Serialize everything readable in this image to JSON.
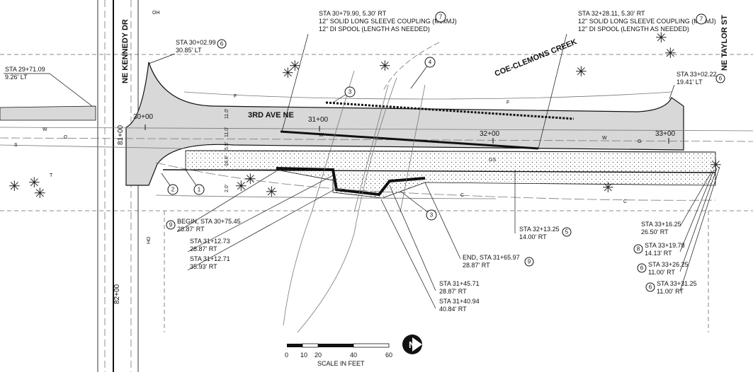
{
  "streets": {
    "kennedy": "NE KENNEDY DR",
    "taylor": "NE TAYLOR ST",
    "third_ave": "3RD AVE NE",
    "creek": "COE-CLEMONS CREEK"
  },
  "stations": [
    "30+00",
    "31+00",
    "32+00",
    "33+00",
    "81+00",
    "82+00"
  ],
  "dims": [
    "11.0'",
    "11.0'",
    "10.0'",
    "5.5'",
    "2.0'"
  ],
  "callouts": [
    {
      "lines": [
        "STA 29+71.09",
        "9.26' LT"
      ],
      "num": ""
    },
    {
      "lines": [
        "STA 30+02.99",
        "30.85' LT"
      ],
      "num": "6"
    },
    {
      "lines": [
        "STA 30+79.90, 5.30' RT",
        "12\" SOLID LONG SLEEVE COUPLING (MJxMJ)",
        "12\" DI SPOOL (LENGTH AS NEEDED)"
      ],
      "num": "7"
    },
    {
      "lines": [
        "STA 32+28.11, 5.30' RT",
        "12\" SOLID LONG SLEEVE COUPLING (MJxMJ)",
        "12\" DI SPOOL (LENGTH AS NEEDED)"
      ],
      "num": "7"
    },
    {
      "lines": [
        "STA 33+02.22",
        "19.41' LT"
      ],
      "num": "6"
    },
    {
      "lines": [
        "BEGIN, STA 30+75.45",
        "28.87' RT"
      ],
      "num": "9"
    },
    {
      "lines": [
        "STA 31+12.73",
        "28.87' RT"
      ],
      "num": ""
    },
    {
      "lines": [
        "STA 31+12.71",
        "35.93' RT"
      ],
      "num": ""
    },
    {
      "lines": [
        "END, STA 31+65.97",
        "28.87' RT"
      ],
      "num": "9"
    },
    {
      "lines": [
        "STA 31+45.71",
        "28.87' RT"
      ],
      "num": ""
    },
    {
      "lines": [
        "STA 31+40.94",
        "40.84' RT"
      ],
      "num": ""
    },
    {
      "lines": [
        "STA 32+13.25",
        "14.00' RT"
      ],
      "num": "5"
    },
    {
      "lines": [
        "STA 33+16.25",
        "26.50' RT"
      ],
      "num": ""
    },
    {
      "lines": [
        "STA 33+19.78",
        "14.13' RT"
      ],
      "num": "8"
    },
    {
      "lines": [
        "STA 33+26.25",
        "11.00' RT"
      ],
      "num": "6"
    },
    {
      "lines": [
        "STA 33+31.25",
        "11.00' RT"
      ],
      "num": "6"
    }
  ],
  "keynotes": [
    "1",
    "2",
    "3",
    "3",
    "4"
  ],
  "utility_letters": [
    "W",
    "G",
    "S",
    "F",
    "C",
    "T",
    "OH",
    "HO",
    "GS"
  ],
  "scale": {
    "ticks": [
      "0",
      "10",
      "20",
      "40",
      "60"
    ],
    "caption": "SCALE IN FEET"
  },
  "north_arrow": "N"
}
